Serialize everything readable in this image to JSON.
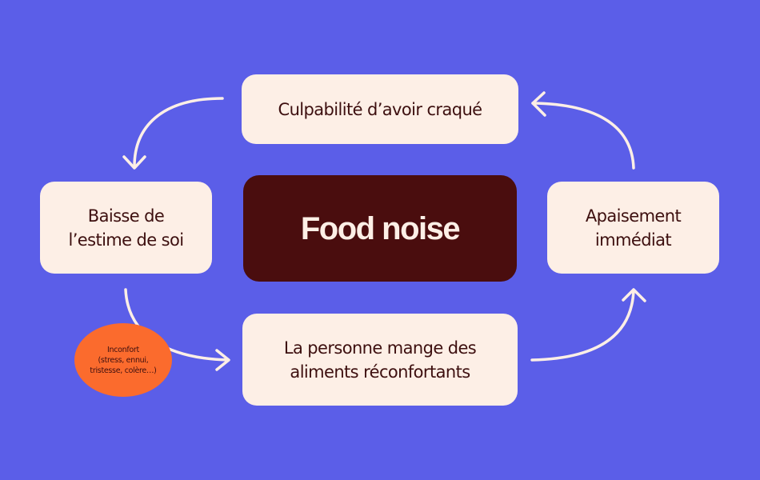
{
  "colors": {
    "background": "#5b5ee8",
    "box_fill": "#fdefe6",
    "box_text": "#3d0f0f",
    "center_fill": "#4a0d0e",
    "center_text": "#fdefe6",
    "bubble_fill": "#fb6b2d",
    "arrow": "#fdefe6"
  },
  "diagram": {
    "center": {
      "label": "Food noise"
    },
    "nodes": [
      {
        "id": "top",
        "label": "Culpabilité d’avoir craqué"
      },
      {
        "id": "left",
        "label": "Baisse de\nl’estime de soi"
      },
      {
        "id": "bottom",
        "label": "La personne mange des\naliments réconfortants"
      },
      {
        "id": "right",
        "label": "Apaisement\nimmédiat"
      }
    ],
    "annotation": {
      "label": "Inconfort\n(stress, ennui,\ntristesse, colère…)"
    },
    "edges": [
      {
        "from": "top",
        "to": "left",
        "icon": "curved-arrow-icon"
      },
      {
        "from": "left",
        "to": "bottom",
        "icon": "curved-arrow-icon"
      },
      {
        "from": "bottom",
        "to": "right",
        "icon": "curved-arrow-icon"
      },
      {
        "from": "right",
        "to": "top",
        "icon": "curved-arrow-icon"
      }
    ]
  }
}
